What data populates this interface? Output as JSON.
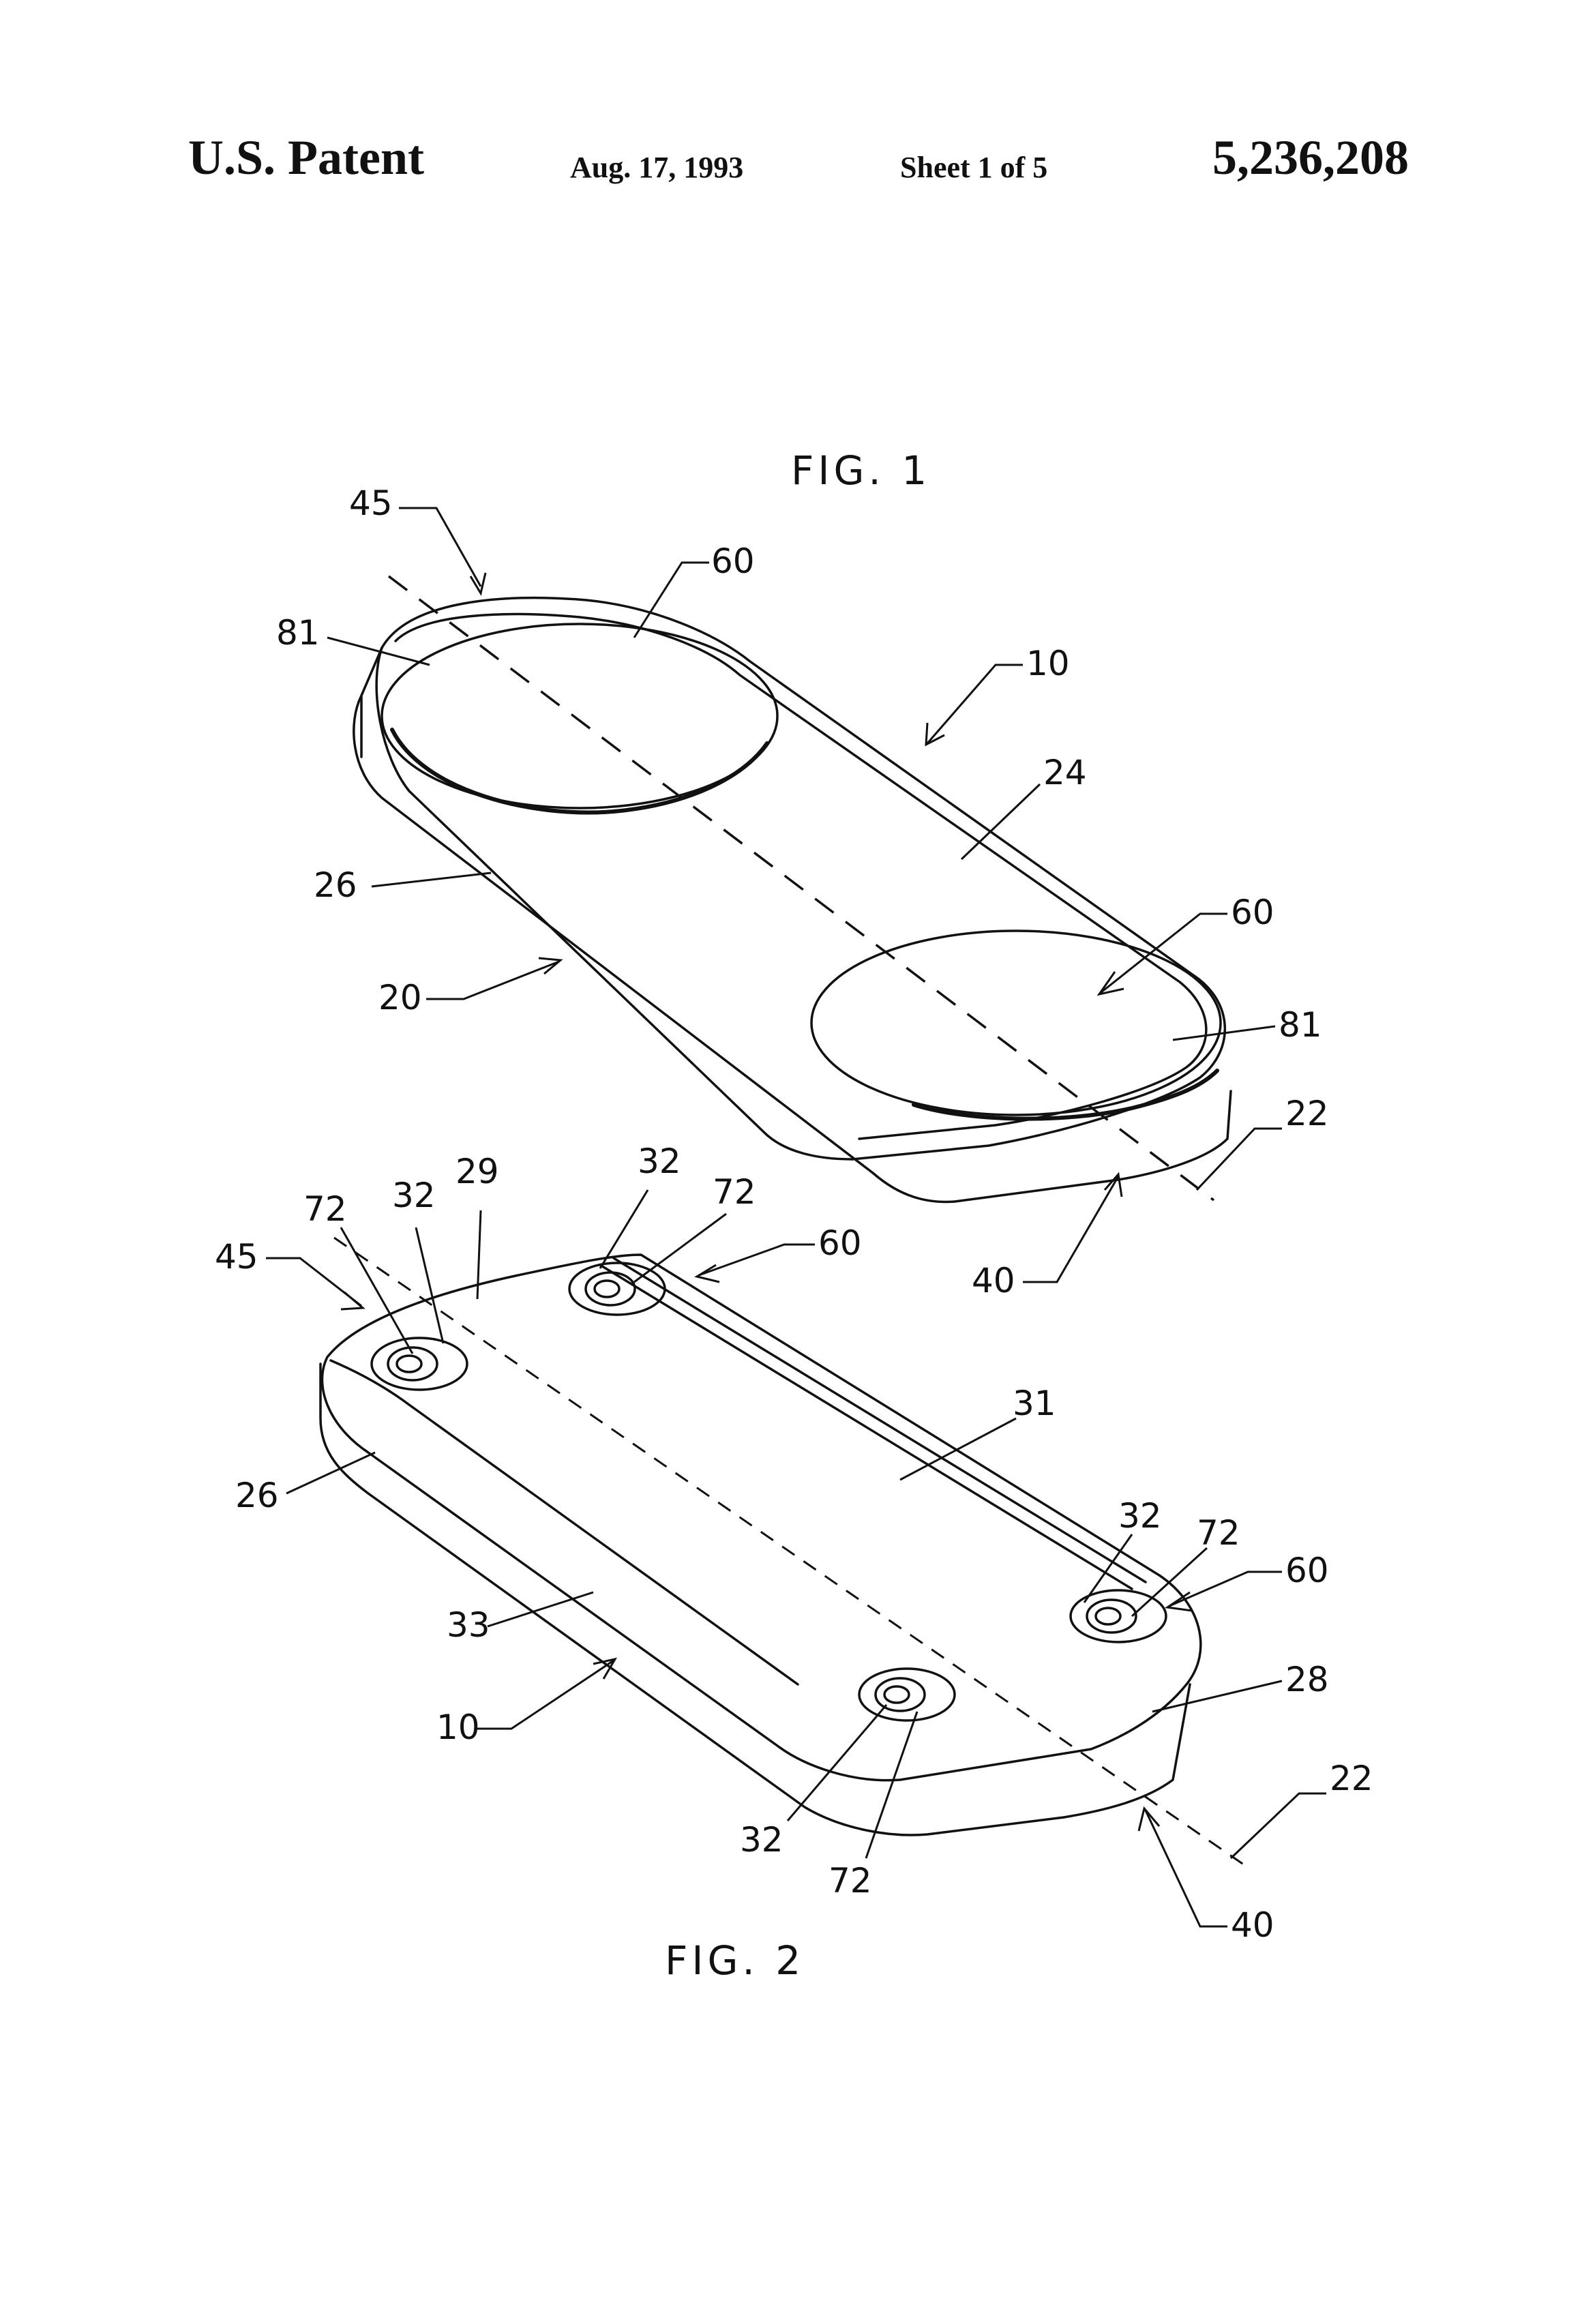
{
  "header": {
    "left": "U.S. Patent",
    "date": "Aug. 17, 1993",
    "sheet": "Sheet 1 of 5",
    "number": "5,236,208"
  },
  "fig1": {
    "title": "FIG. 1",
    "refs": {
      "r45": "45",
      "r60a": "60",
      "r81a": "81",
      "r10": "10",
      "r24": "24",
      "r26": "26",
      "r60b": "60",
      "r20": "20",
      "r81b": "81",
      "r22": "22",
      "r40": "40"
    }
  },
  "fig2": {
    "title": "FIG. 2",
    "refs": {
      "r72a": "72",
      "r32a": "32",
      "r29": "29",
      "r32b": "32",
      "r72b": "72",
      "r60a": "60",
      "r45": "45",
      "r31": "31",
      "r32c": "32",
      "r72c": "72",
      "r60b": "60",
      "r26": "26",
      "r33": "33",
      "r28": "28",
      "r10": "10",
      "r22": "22",
      "r32d": "32",
      "r72d": "72",
      "r40": "40"
    }
  }
}
